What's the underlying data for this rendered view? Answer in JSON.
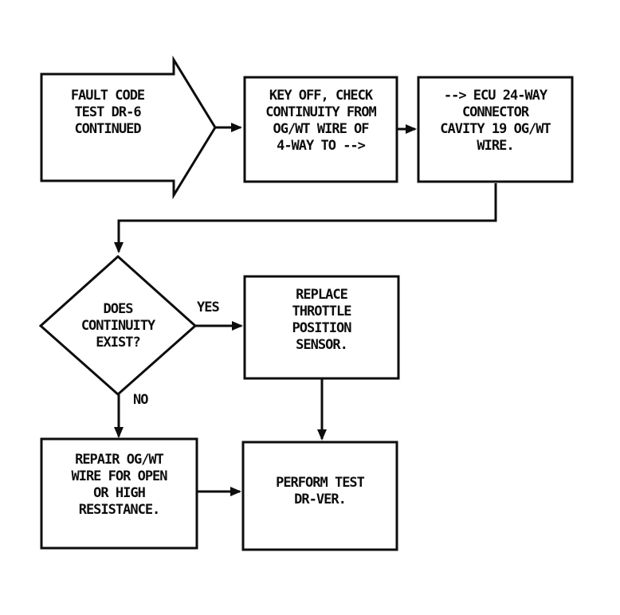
{
  "diagram": {
    "kind": "flowchart",
    "colors": {
      "ink": "#0d0d0d",
      "background": "#ffffff"
    },
    "nodes": {
      "start": {
        "shape": "off-page-arrow",
        "lines": [
          "FAULT CODE",
          "TEST DR-6",
          "CONTINUED"
        ]
      },
      "check_continuity": {
        "shape": "process",
        "lines": [
          "KEY OFF, CHECK",
          "CONTINUITY FROM",
          "OG/WT WIRE OF",
          "4-WAY TO -->"
        ]
      },
      "ecu_connector": {
        "shape": "process",
        "lines": [
          "--> ECU 24-WAY",
          "CONNECTOR",
          "CAVITY 19 OG/WT",
          "WIRE."
        ]
      },
      "decision": {
        "shape": "decision",
        "lines": [
          "DOES",
          "CONTINUITY",
          "EXIST?"
        ]
      },
      "replace_sensor": {
        "shape": "process",
        "lines": [
          "REPLACE",
          "THROTTLE",
          "POSITION",
          "SENSOR."
        ]
      },
      "repair_wire": {
        "shape": "process",
        "lines": [
          "REPAIR OG/WT",
          "WIRE FOR OPEN",
          "OR HIGH",
          "RESISTANCE."
        ]
      },
      "perform_test": {
        "shape": "process",
        "lines": [
          "PERFORM TEST",
          "DR-VER."
        ]
      }
    },
    "edges": {
      "yes_label": "YES",
      "no_label": "NO"
    }
  }
}
